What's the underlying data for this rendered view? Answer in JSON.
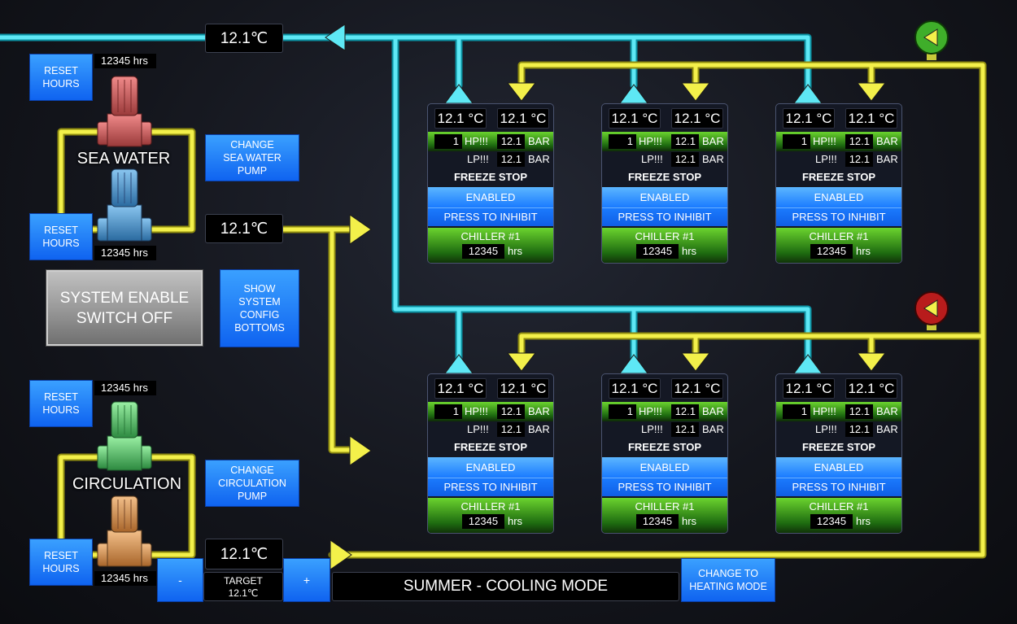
{
  "temps": {
    "sea_return": "12.1℃",
    "sea_supply": "12.1℃",
    "circulation": "12.1℃"
  },
  "target": {
    "label": "TARGET",
    "value": "12.1℃",
    "minus": "-",
    "plus": "+"
  },
  "pumps": {
    "sea_water": {
      "label": "SEA WATER",
      "top_hours": "12345 hrs",
      "bottom_hours": "12345 hrs",
      "reset_label": "RESET\nHOURS",
      "change_label": "CHANGE\nSEA WATER\nPUMP"
    },
    "circulation": {
      "label": "CIRCULATION",
      "top_hours": "12345 hrs",
      "bottom_hours": "12345 hrs",
      "reset_label": "RESET\nHOURS",
      "change_label": "CHANGE\nCIRCULATION\nPUMP"
    }
  },
  "system_switch": "SYSTEM ENABLE\nSWITCH OFF",
  "show_config": "SHOW\nSYSTEM\nCONFIG\nBOTTOMS",
  "mode": "SUMMER - COOLING MODE",
  "change_mode": "CHANGE TO\nHEATING MODE",
  "chiller_labels": {
    "unit": "°C",
    "hp": "HP!!!",
    "lp": "LP!!!",
    "bar": "BAR",
    "freeze": "FREEZE STOP",
    "enabled": "ENABLED",
    "inhibit": "PRESS TO INHIBIT",
    "hrs": "hrs"
  },
  "chillers": [
    {
      "t_in": "12.1",
      "t_out": "12.1",
      "count": "1",
      "hp": "12.1",
      "lp": "12.1",
      "name": "CHILLER #1",
      "hours": "12345"
    },
    {
      "t_in": "12.1",
      "t_out": "12.1",
      "count": "1",
      "hp": "12.1",
      "lp": "12.1",
      "name": "CHILLER #1",
      "hours": "12345"
    },
    {
      "t_in": "12.1",
      "t_out": "12.1",
      "count": "1",
      "hp": "12.1",
      "lp": "12.1",
      "name": "CHILLER #1",
      "hours": "12345"
    },
    {
      "t_in": "12.1",
      "t_out": "12.1",
      "count": "1",
      "hp": "12.1",
      "lp": "12.1",
      "name": "CHILLER #1",
      "hours": "12345"
    },
    {
      "t_in": "12.1",
      "t_out": "12.1",
      "count": "1",
      "hp": "12.1",
      "lp": "12.1",
      "name": "CHILLER #1",
      "hours": "12345"
    },
    {
      "t_in": "12.1",
      "t_out": "12.1",
      "count": "1",
      "hp": "12.1",
      "lp": "12.1",
      "name": "CHILLER #1",
      "hours": "12345"
    }
  ],
  "colors": {
    "cyan_pipe": "#36d7e6",
    "yellow_pipe": "#e8e63a",
    "valve_green": "#3fae2a",
    "valve_red": "#b81c1c",
    "button_blue": "#1a7cff"
  }
}
